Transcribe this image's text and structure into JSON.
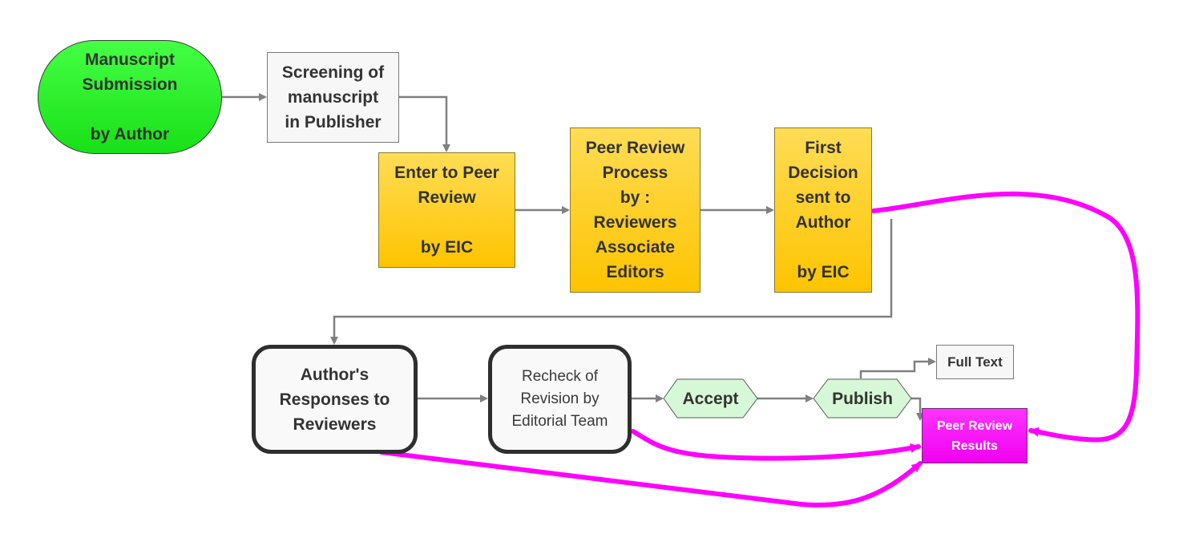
{
  "diagram": {
    "nodes": {
      "submission": "Manuscript\nSubmission\n\nby Author",
      "screening": "Screening of\nmanuscript\nin Publisher",
      "enter_review": "Enter to Peer\nReview\n\nby EIC",
      "peer_review": "Peer Review\nProcess\nby :\nReviewers\nAssociate\nEditors",
      "first_decision": "First\nDecision\nsent to\nAuthor\n\nby EIC",
      "responses": "Author's\nResponses to\nReviewers",
      "recheck": "Recheck of\nRevision by\nEditorial Team",
      "accept": "Accept",
      "publish": "Publish",
      "full_text": "Full Text",
      "results": "Peer Review\nResults"
    },
    "colors": {
      "start": "#22ee22",
      "process_gold": "#fec400",
      "hexagon_green": "#d6f8d6",
      "results_magenta": "#f000f0",
      "flow_gray": "#808080",
      "feedback_magenta": "#ff00ff"
    }
  }
}
